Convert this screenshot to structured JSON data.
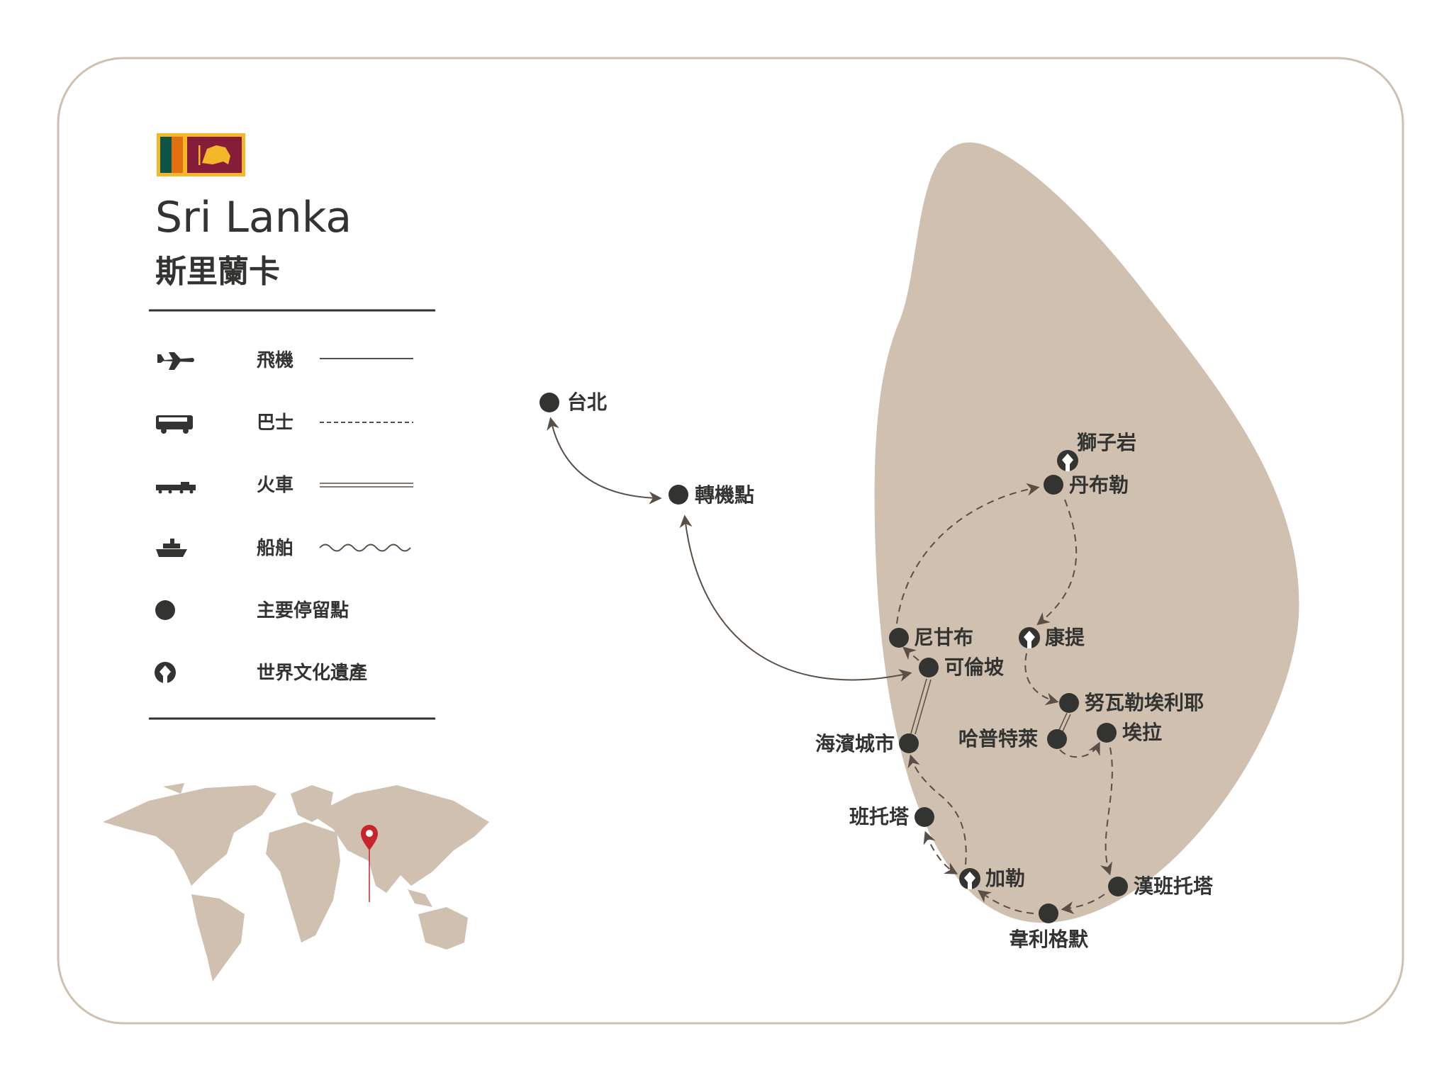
{
  "header": {
    "title": "Sri Lanka",
    "subtitle": "斯里蘭卡"
  },
  "colors": {
    "island": "#cfc0b0",
    "frame": "#cfc0b0",
    "route": "#5a4f47",
    "dot": "#333331",
    "pin": "#c8242b"
  },
  "legend": {
    "items": [
      {
        "icon": "airplane-icon",
        "label": "飛機"
      },
      {
        "icon": "bus-icon",
        "label": "巴士"
      },
      {
        "icon": "train-icon",
        "label": "火車"
      },
      {
        "icon": "ship-icon",
        "label": "船舶"
      },
      {
        "icon": "stop-dot-icon",
        "label": "主要停留點"
      },
      {
        "icon": "heritage-icon",
        "label": "世界文化遺產"
      }
    ]
  },
  "places": {
    "taipei": "台北",
    "transfer": "轉機點",
    "sigiriya": "獅子岩",
    "dambulla": "丹布勒",
    "negombo": "尼甘布",
    "kandy": "康提",
    "colombo": "可倫坡",
    "nuwara_eliya": "努瓦勒埃利耶",
    "haputale": "哈普特萊",
    "ella": "埃拉",
    "beach_city": "海濱城市",
    "bentota": "班托塔",
    "galle": "加勒",
    "hambantota": "漢班托塔",
    "weligama": "韋利格默"
  }
}
